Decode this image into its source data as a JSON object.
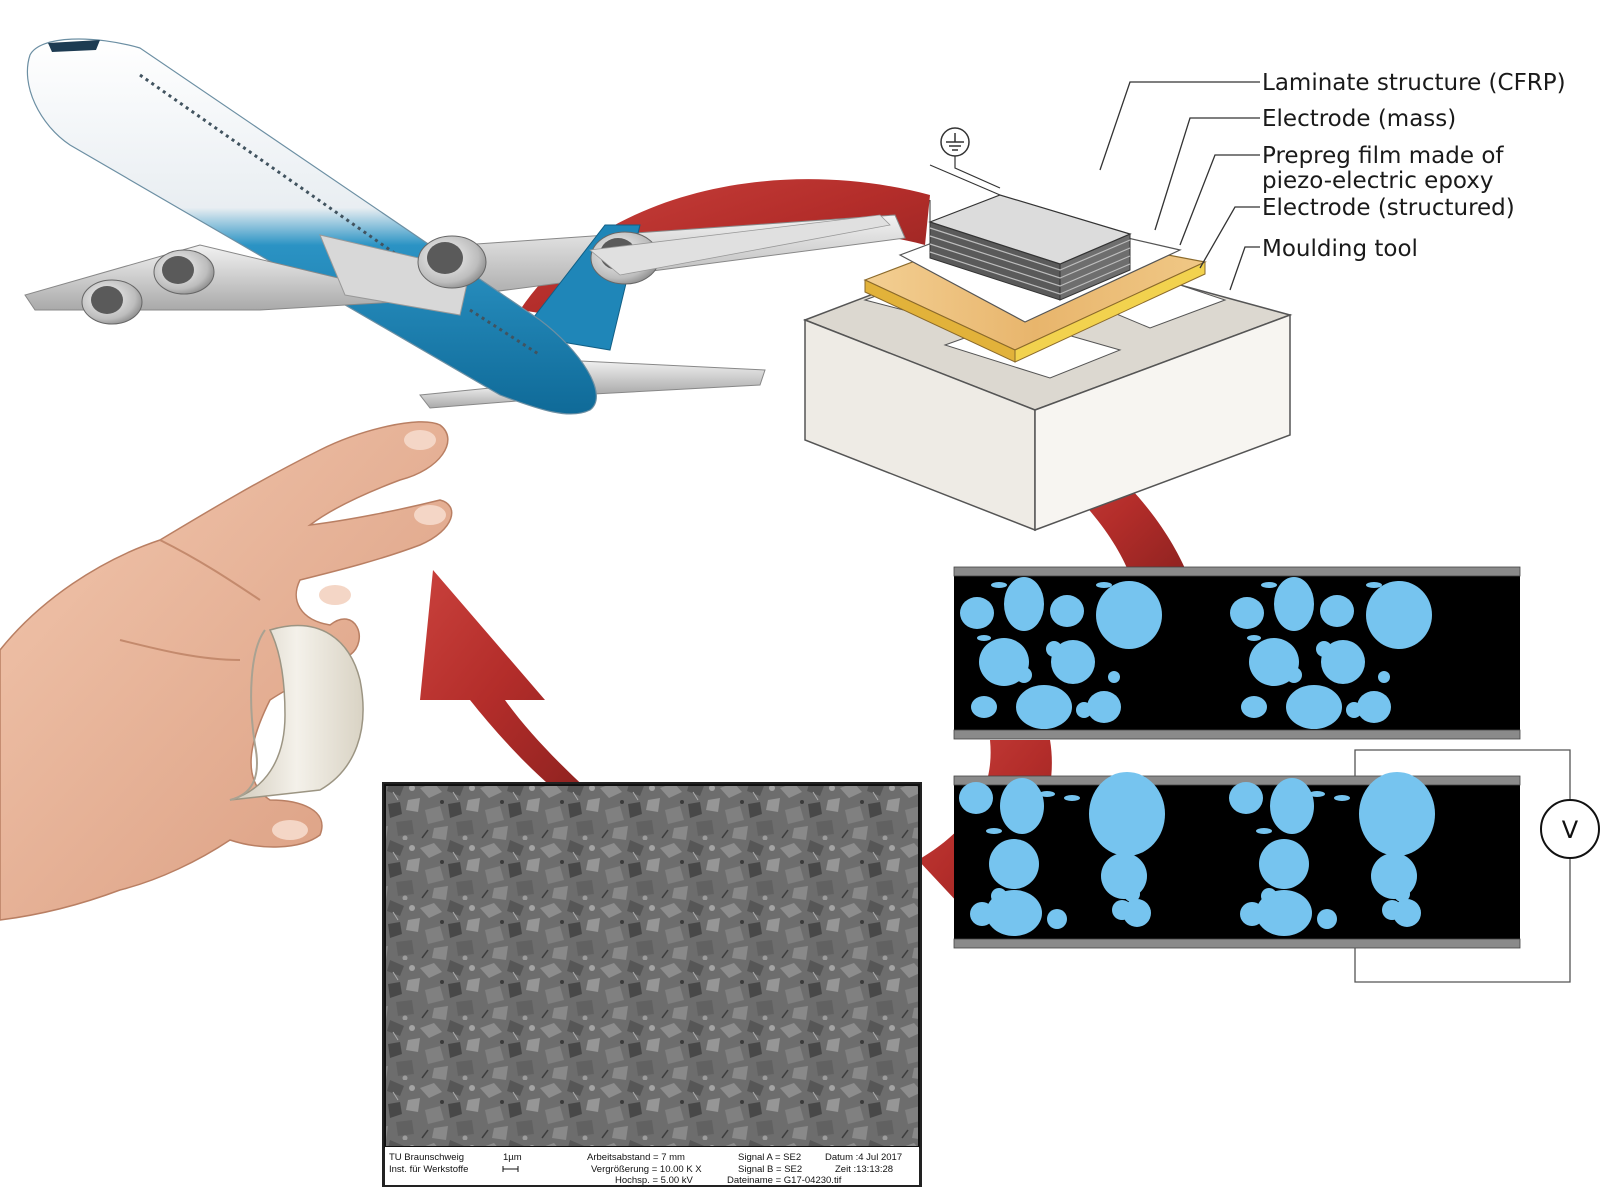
{
  "labels": {
    "laminate": "Laminate structure (CFRP)",
    "electrode_mass": "Electrode (mass)",
    "prepreg_line1": "Prepreg film made of",
    "prepreg_line2": "piezo-electric epoxy",
    "electrode_structured": "Electrode (structured)",
    "moulding_tool": "Moulding tool"
  },
  "voltmeter": {
    "symbol": "V"
  },
  "sem_footer": {
    "institution_line1": "TU Braunschweig",
    "institution_line2": "Inst. für Werkstoffe",
    "scale": "1µm",
    "working_distance": "Arbeitsabstand =   7 mm",
    "magnification": "Vergrößerung =  10.00 K X",
    "voltage": "Hochsp. =   5.00 kV",
    "signal_a": "Signal A = SE2",
    "signal_b": "Signal B = SE2",
    "date": "Datum :4 Jul 2017",
    "time": "Zeit :13:13:28",
    "filename": "Dateiname = G17-04230.tif"
  },
  "colors": {
    "arrow_red": "#b8322f",
    "particle_blue": "#76c4ef",
    "matrix_black": "#000000",
    "electrode_gray": "#8a8a8a",
    "prepreg_gold": "#e7b66c",
    "aircraft_blue": "#1f86b8"
  }
}
